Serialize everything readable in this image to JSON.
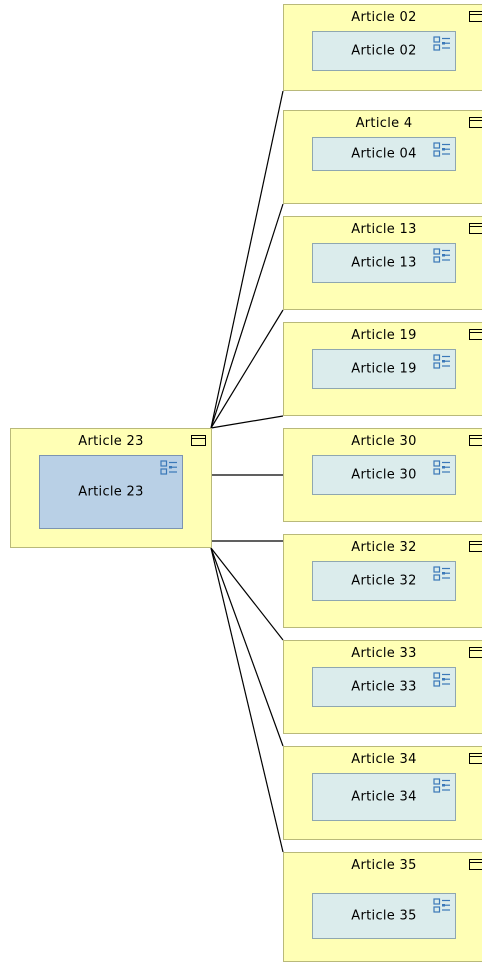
{
  "center": {
    "title": "Article 23",
    "inner_label": "Article 23",
    "icon": "application-component-icon",
    "frame_icon": "group-frame-icon"
  },
  "targets": [
    {
      "title": "Article 02",
      "inner_label": "Article 02"
    },
    {
      "title": "Article 4",
      "inner_label": "Article 04"
    },
    {
      "title": "Article 13",
      "inner_label": "Article 13"
    },
    {
      "title": "Article 19",
      "inner_label": "Article 19"
    },
    {
      "title": "Article 30",
      "inner_label": "Article 30"
    },
    {
      "title": "Article 32",
      "inner_label": "Article 32"
    },
    {
      "title": "Article 33",
      "inner_label": "Article 33"
    },
    {
      "title": "Article 34",
      "inner_label": "Article 34"
    },
    {
      "title": "Article 35",
      "inner_label": "Article 35"
    }
  ],
  "colors": {
    "group_fill": "#ffffb5",
    "group_border": "#b9b97a",
    "inner_fill": "#dbecec",
    "main_inner_fill": "#b9d0e6",
    "icon_blue": "#3a78b8",
    "connector": "#000000"
  }
}
